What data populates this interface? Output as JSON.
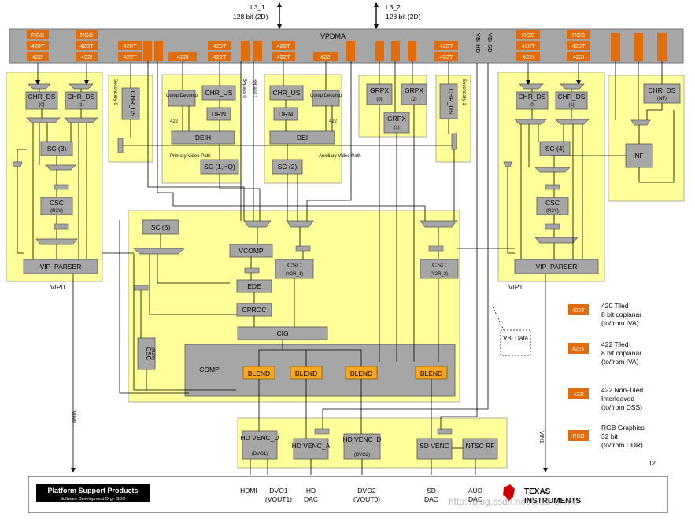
{
  "colors": {
    "yellow": "#FFFF99",
    "gray": "#A6A6A6",
    "orange": "#E36C0A",
    "blend": "#F6A623",
    "line": "#000000"
  },
  "bus": {
    "l3_1": "L3_1",
    "l3_1_width": "128 bit (2D)",
    "l3_2": "L3_2",
    "l3_2_width": "128 bit (2D)",
    "vpdma": "VPDMA"
  },
  "formats": {
    "rgb": "RGB",
    "t420": "420T",
    "i422": "422I",
    "t422": "422T",
    "vbi_hd": "VBI HD",
    "vbi_sd": "VBI SD"
  },
  "blocks": {
    "chr_ds": "CHR_DS",
    "chr_ds_0": "(0)",
    "chr_ds_1": "(1)",
    "chr_ds_nf": "(NF)",
    "sc3": "SC (3)",
    "sc4": "SC (4)",
    "csc": "CSC",
    "r2y": "(R2Y)",
    "vip_parser": "VIP_PARSER",
    "vip0": "VIP0",
    "vip1": "VIP1",
    "chr_us": "CHR_US",
    "secondary0": "Secondary 0",
    "secondary1": "Secondary 1",
    "comp_decomp": "Comp Decomp",
    "drn": "DRN",
    "deih": "DEIH",
    "dei": "DEI",
    "sc1hq": "SC (1,HQ)",
    "sc2": "SC (2)",
    "primary_path": "Primary Video Path",
    "aux_path": "Auxiliary Video Path",
    "bypass0": "Bypass 0",
    "bypass1": "Bypass 1",
    "bit422": "422",
    "grpx": "GRPX",
    "grpx0": "(0)",
    "grpx1": "(1)",
    "grpx2": "(2)",
    "nf": "NF",
    "sc5": "SC (5)",
    "vcomp": "VCOMP",
    "ede": "EDE",
    "cproc": "CPROC",
    "cig": "CIG",
    "csc_y2r1": "(Y2R_1)",
    "csc_y2r2": "(Y2R_2)",
    "comp": "COMP",
    "blend": "BLEND",
    "vbi_data": "VBI Data",
    "hd_venc": "HD VENC_D",
    "dvo1": "(DVO1)",
    "hd_venc_a": "HD VENC_A",
    "hd_venc_d2": "HD VENC_D",
    "dvo2": "(DVO2)",
    "sd_venc": "SD VENC",
    "ntsc_rf": "NTSC RF",
    "vin0": "VIN0",
    "vin1": "VIN1"
  },
  "legend": [
    {
      "tag": "420T",
      "line1": "420 Tiled",
      "line2": "8 bit coplanar",
      "line3": "(to/from IVA)"
    },
    {
      "tag": "422T",
      "line1": "422 Tiled",
      "line2": "8 bit coplanar",
      "line3": "(to/from IVA)"
    },
    {
      "tag": "422I",
      "line1": "422 Non-Tiled",
      "line2": "Interleaved",
      "line3": "(to/from DSS)"
    },
    {
      "tag": "RGB",
      "line1": "RGB Graphics",
      "line2": "32 bit",
      "line3": "(to/from DDR)"
    }
  ],
  "page_number": "12",
  "outputs": [
    {
      "line1": "HDMI",
      "line2": ""
    },
    {
      "line1": "DVO1",
      "line2": "(VOUT1)"
    },
    {
      "line1": "HD",
      "line2": "DAC"
    },
    {
      "line1": "DVO2",
      "line2": "(VOUT0)"
    },
    {
      "line1": "SD",
      "line2": "DAC"
    },
    {
      "line1": "AUD",
      "line2": "DAC"
    }
  ],
  "footer": {
    "title": "Platform Support Products",
    "subtitle": "Software Development Org - SDO",
    "brand_line1": "TEXAS",
    "brand_line2": "INSTRUMENTS",
    "watermark": "http://blog.csdn.net/crushonme"
  }
}
